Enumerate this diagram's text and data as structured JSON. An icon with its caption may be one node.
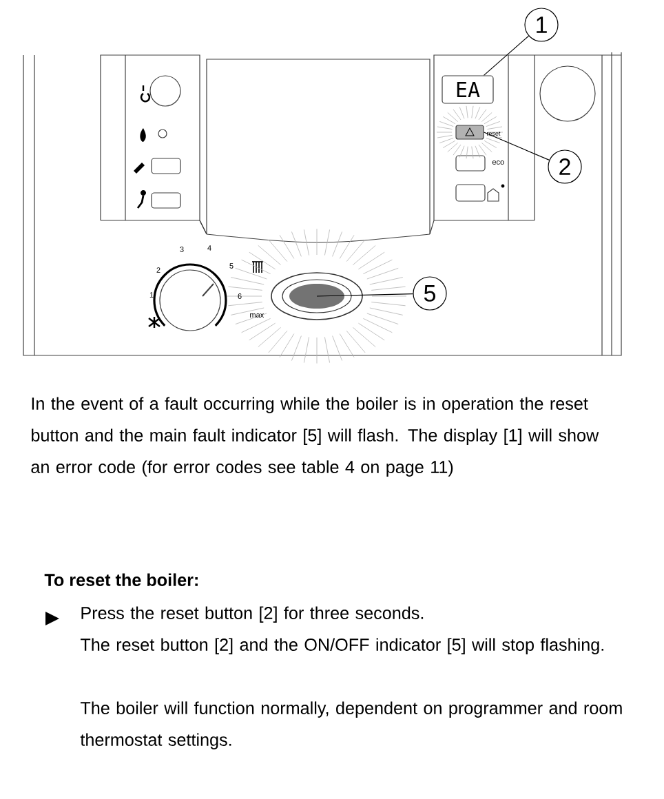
{
  "diagram": {
    "nodes": [
      {
        "text": [
          "1"
        ]
      },
      {
        "text": [
          "EA"
        ]
      },
      {
        "text": [
          "2"
        ]
      },
      {
        "text": [],
        "shape": "box",
        "beside": [
          "reset"
        ]
      },
      {
        "text": [
          "5"
        ]
      },
      {
        "text": [],
        "shape": "ellipse"
      }
    ],
    "edges": [
      {
        "from": 0,
        "to": 1,
        "arrow": "none"
      },
      {
        "from": 2,
        "to": 3,
        "arrow": "none"
      },
      {
        "from": 4,
        "to": 5,
        "arrow": "none"
      }
    ],
    "labels": [
      "eco",
      "1",
      "2",
      "3",
      "4",
      "5",
      "6",
      "max",
      "In the event of a fault occurring while the boiler is in operation the reset button and the main fault indicator [5] will flash. The display [1] will show an error code (for error codes see table 4 on page 11)",
      "To reset the boiler:",
      "Press the reset button [2] for three seconds.",
      "The reset button [2] and the ON/OFF indicator [5] will stop flashing.",
      "The boiler will function normally, dependent on programmer and room thermostat settings."
    ]
  }
}
